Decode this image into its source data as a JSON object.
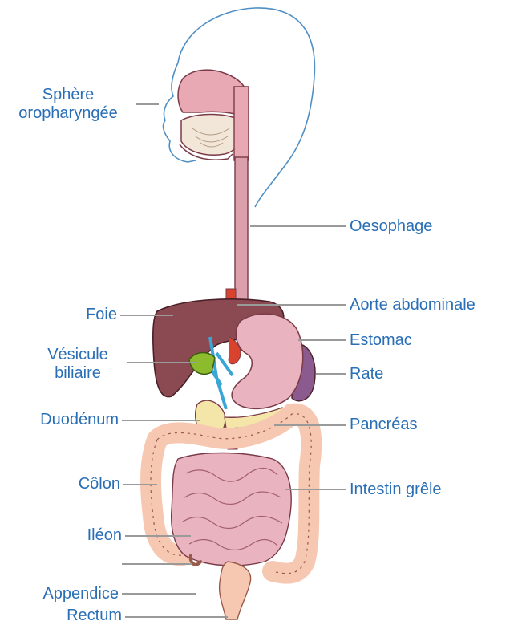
{
  "colors": {
    "label": "#2a6fb6",
    "leader": "#9a9a9a",
    "skin": "#f3b9a6",
    "organ_pink": "#e8a9b5",
    "liver": "#8b4a52",
    "bile": "#8dbb2e",
    "vessel_blue": "#3aa6d6",
    "vessel_red": "#d9432e",
    "pancreas": "#f4e6a8",
    "spleen": "#8b5a8f",
    "intestine": "#e9b4c0",
    "colon": "#f6c8b2"
  },
  "labels": {
    "sphere_line1": "Sphère",
    "sphere_line2": "oropharyngée",
    "oesophage": "Oesophage",
    "foie": "Foie",
    "aorte": "Aorte abdominale",
    "estomac": "Estomac",
    "vesicule_line1": "Vésicule",
    "vesicule_line2": "biliaire",
    "rate": "Rate",
    "duodenum": "Duodénum",
    "pancreas": "Pancréas",
    "colon": "Côlon",
    "intestin": "Intestin grêle",
    "ileon": "Iléon",
    "appendice": "Appendice",
    "rectum": "Rectum"
  }
}
